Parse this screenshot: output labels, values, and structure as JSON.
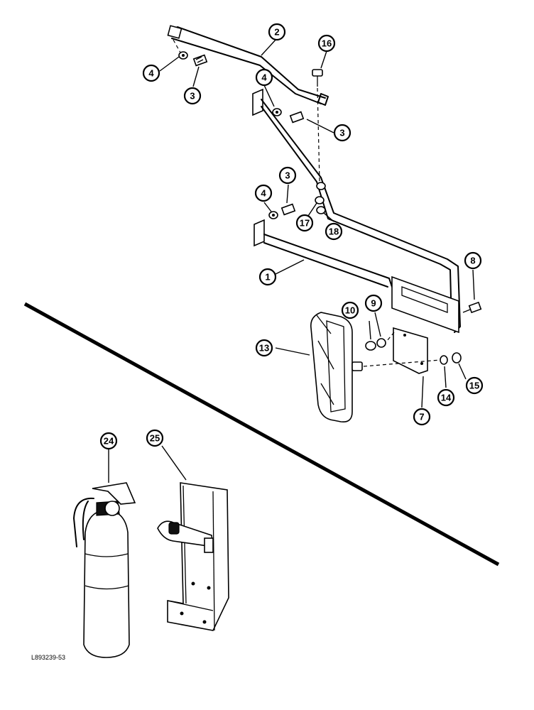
{
  "callouts": [
    {
      "id": "c2",
      "label": "2"
    },
    {
      "id": "c16",
      "label": "16"
    },
    {
      "id": "c4a",
      "label": "4"
    },
    {
      "id": "c3a",
      "label": "3"
    },
    {
      "id": "c4b",
      "label": "4"
    },
    {
      "id": "c3b",
      "label": "3"
    },
    {
      "id": "c3c",
      "label": "3"
    },
    {
      "id": "c4c",
      "label": "4"
    },
    {
      "id": "c17",
      "label": "17"
    },
    {
      "id": "c18",
      "label": "18"
    },
    {
      "id": "c1",
      "label": "1"
    },
    {
      "id": "c8",
      "label": "8"
    },
    {
      "id": "c10",
      "label": "10"
    },
    {
      "id": "c9",
      "label": "9"
    },
    {
      "id": "c13",
      "label": "13"
    },
    {
      "id": "c7",
      "label": "7"
    },
    {
      "id": "c14",
      "label": "14"
    },
    {
      "id": "c15",
      "label": "15"
    },
    {
      "id": "c24",
      "label": "24"
    },
    {
      "id": "c25",
      "label": "25"
    }
  ],
  "figure_reference": "L893239-53"
}
